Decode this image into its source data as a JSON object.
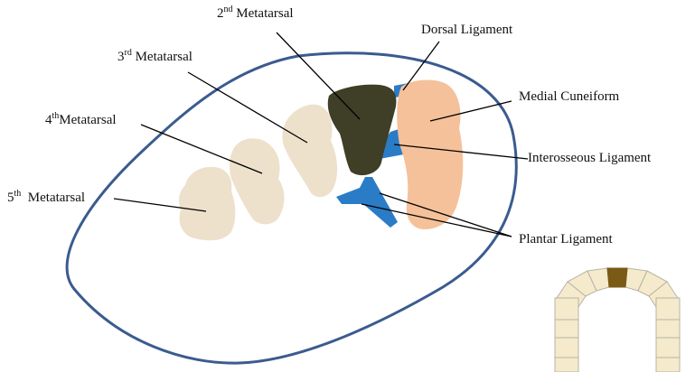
{
  "labels": {
    "second_metatarsal": {
      "num": "2",
      "sup": "nd",
      "text": " Metatarsal"
    },
    "third_metatarsal": {
      "num": "3",
      "sup": "rd",
      "text": " Metatarsal"
    },
    "fourth_metatarsal": {
      "num": "4",
      "sup": "th",
      "text": "Metatarsal"
    },
    "fifth_metatarsal": {
      "num": "5",
      "sup": "th",
      "text": "  Metatarsal"
    },
    "dorsal_ligament": "Dorsal Ligament",
    "medial_cuneiform": "Medial Cuneiform",
    "interosseous_ligament": "Interosseous Ligament",
    "plantar_ligament": "Plantar Ligament"
  },
  "colors": {
    "outline": "#3b5b8f",
    "lesser_metatarsals": "#ede1cc",
    "second_metatarsal": "#3f3e26",
    "medial_cuneiform": "#f5c19a",
    "ligaments": "#2a7cc7",
    "leader_lines": "#000000",
    "arch_blocks": "#f5ebcc",
    "arch_keystone": "#7a5a14",
    "arch_outline": "#b8b3a4"
  }
}
